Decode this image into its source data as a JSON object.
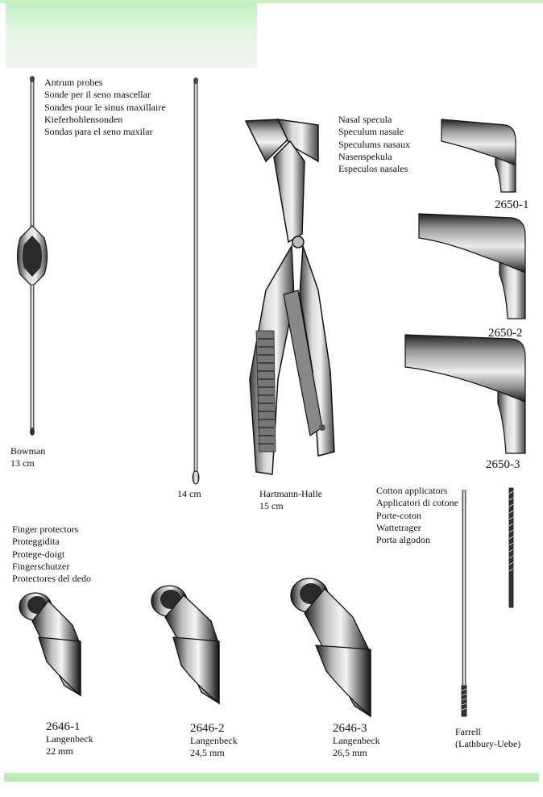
{
  "antrum": {
    "lines": [
      "Antrum probes",
      "Sonde per il seno mascellar",
      "Sondes pour le sinus maxillaire",
      "Kieferhohlensonden",
      "Sondas para el seno maxilar"
    ],
    "bowman_name": "Bowman",
    "bowman_size": "13 cm",
    "probe2_size": "14 cm"
  },
  "hartmann": {
    "name": "Hartmann-Halle",
    "size": "15 cm"
  },
  "nasal": {
    "lines": [
      "Nasal specula",
      "Speculum nasale",
      "Speculums nasaux",
      "Nasenspekula",
      "Especulos nasales"
    ],
    "codes": [
      "2650-1",
      "2650-2",
      "2650-3"
    ]
  },
  "cotton": {
    "lines": [
      "Cotton applicators",
      "Applicatori di cotone",
      "Porte-coton",
      "Wattetrager",
      "Porta algodon"
    ],
    "name": "Farrell",
    "sub": "(Lathbury-Uebe)"
  },
  "finger": {
    "lines": [
      "Finger protectors",
      "Proteggidita",
      "Protege-doigt",
      "Fingerschutzer",
      "Protectores del dedo"
    ],
    "items": [
      {
        "code": "2646-1",
        "name": "Langenbeck",
        "size": "22 mm"
      },
      {
        "code": "2646-2",
        "name": "Langenbeck",
        "size": "24,5 mm"
      },
      {
        "code": "2646-3",
        "name": "Langenbeck",
        "size": "26,5 mm"
      }
    ]
  }
}
